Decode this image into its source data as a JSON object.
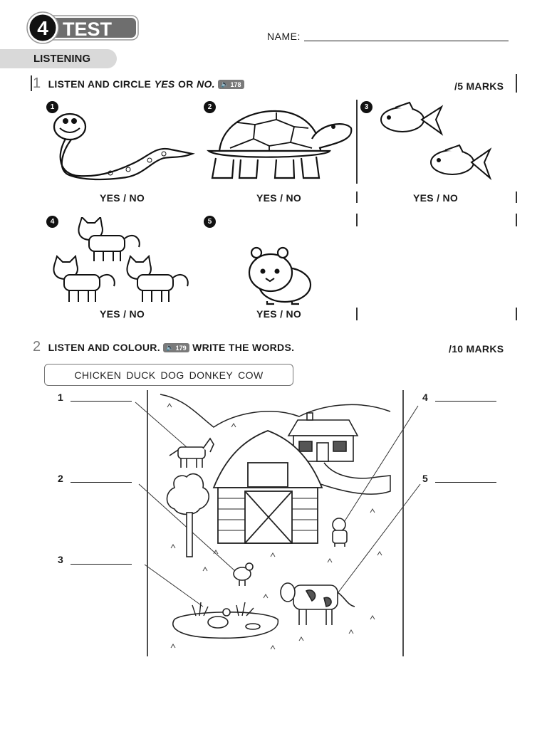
{
  "header": {
    "test_number": "4",
    "test_label": "TEST",
    "name_label": "NAME:",
    "section_tab": "LISTENING"
  },
  "exercise1": {
    "number": "1",
    "instruction_a": "LISTEN AND CIRCLE",
    "instruction_yes": "YES",
    "instruction_or": "OR",
    "instruction_no": "NO.",
    "audio_track": "178",
    "marks": "/5 MARKS",
    "items": [
      {
        "num": "1",
        "picture": "snake",
        "answer": "YES / NO"
      },
      {
        "num": "2",
        "picture": "tortoise",
        "answer": "YES / NO"
      },
      {
        "num": "3",
        "picture": "two-fish",
        "answer": "YES / NO"
      },
      {
        "num": "4",
        "picture": "three-cats",
        "answer": "YES / NO"
      },
      {
        "num": "5",
        "picture": "hamster",
        "answer": "YES / NO"
      }
    ]
  },
  "exercise2": {
    "number": "2",
    "instruction_a": "LISTEN AND COLOUR.",
    "audio_track": "179",
    "instruction_b": "WRITE THE WORDS.",
    "marks": "/10 MARKS",
    "word_bank": [
      "CHICKEN",
      "DUCK",
      "DOG",
      "DONKEY",
      "COW"
    ],
    "answer_numbers": [
      "1",
      "2",
      "3",
      "4",
      "5"
    ],
    "scene": "farm-scene",
    "icons": [
      "speaker-icon",
      "donkey",
      "chicken",
      "duck",
      "dog",
      "cow",
      "barn",
      "farmhouse",
      "tree"
    ]
  }
}
